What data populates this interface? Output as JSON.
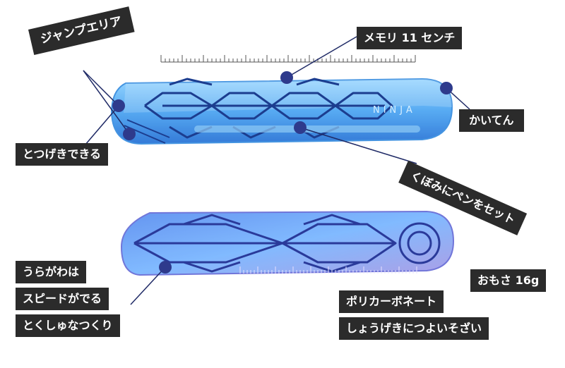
{
  "labels": {
    "jump_area": "ジャンプエリア",
    "ruler": "メモリ 11 センチ",
    "rotate": "かいてん",
    "throw": "とつげきできる",
    "pen_slot": "くぼみにペンをセット",
    "back_1": "うらがわは",
    "back_2": "スピードがでる",
    "back_3": "とくしゅなつくり",
    "weight": "おもさ 16g",
    "material_1": "ポリカーボネート",
    "material_2": "しょうげきにつよいそざい"
  },
  "logo_text": "NINJA",
  "colors": {
    "label_bg": "#2b2b2b",
    "label_text": "#ffffff",
    "callout": "#1f2a66",
    "dot": "#2e3a8c",
    "blade_light": "#6ec3ff",
    "blade_dark": "#1d63c9",
    "blade_lines": "#1c3d8f",
    "back_light": "#7ab8ff",
    "back_purple": "#9a8fe0"
  }
}
